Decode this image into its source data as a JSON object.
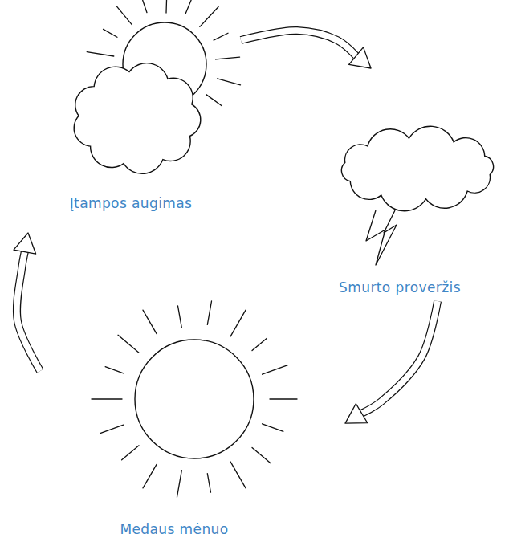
{
  "diagram": {
    "nodes": [
      {
        "text": [
          "Įtampos augimas"
        ]
      },
      {
        "text": [
          "Smurto proveržis"
        ]
      },
      {
        "text": [
          "Medaus mėnuo"
        ]
      }
    ],
    "edges": [
      {
        "from": 0,
        "to": 1,
        "arrow": "to"
      },
      {
        "from": 1,
        "to": 2,
        "arrow": "to"
      },
      {
        "from": 2,
        "to": 0,
        "arrow": "to"
      }
    ]
  }
}
